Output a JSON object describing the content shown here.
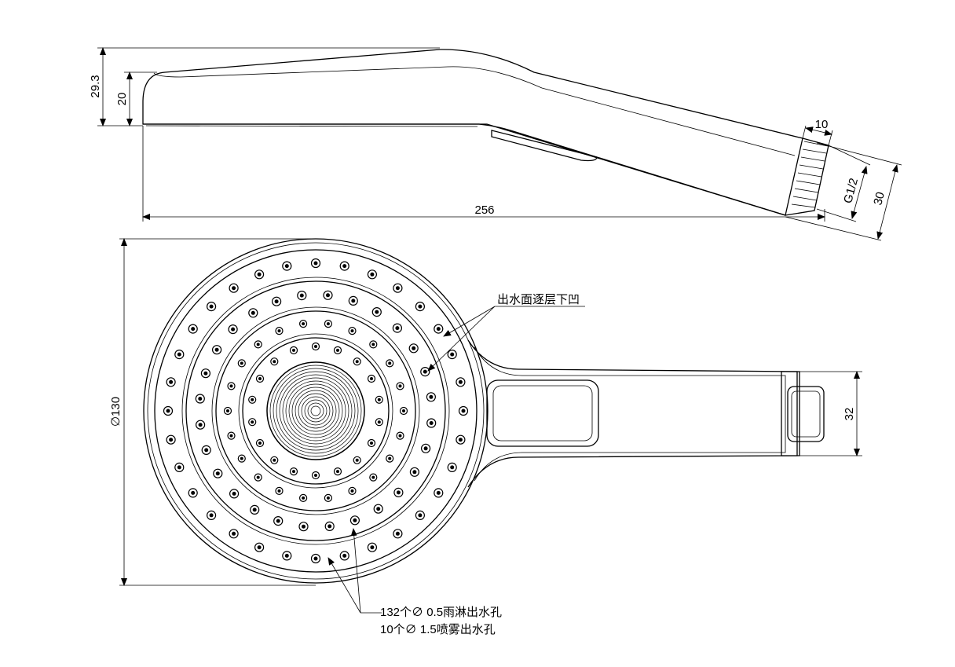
{
  "side_view": {
    "dim_total_height": "29.3",
    "dim_head_height": "20",
    "dim_length": "256",
    "dim_thread_length": "10",
    "thread_spec": "G1/2",
    "dim_end_width": "30"
  },
  "front_view": {
    "dim_diameter": "∅130",
    "dim_handle_width": "32",
    "note_surface": "出水面逐层下凹",
    "note_rain": "132个∅ 0.5雨淋出水孔",
    "note_mist": "10个∅ 1.5喷雾出水孔"
  }
}
